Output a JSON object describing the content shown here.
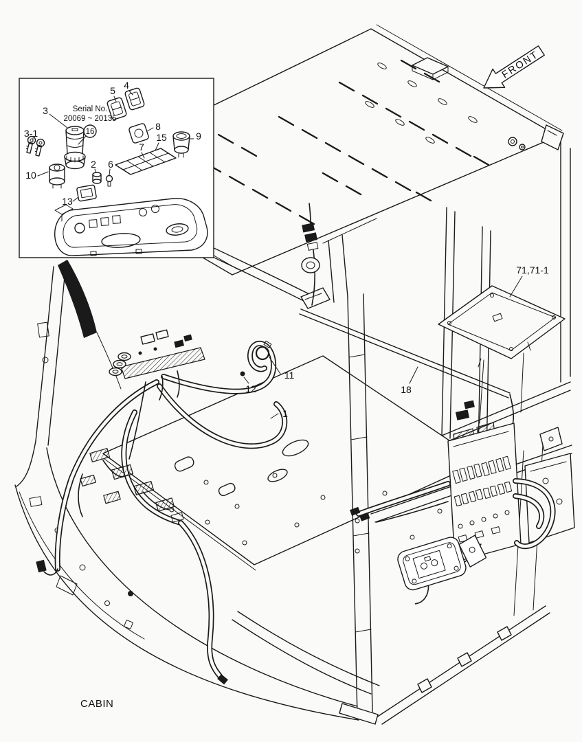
{
  "page": {
    "background": "#fafaf9",
    "ink": "#1a1a1a",
    "inset_background": "#ffffff"
  },
  "front_arrow": {
    "label": "FRONT"
  },
  "footer": {
    "cabin_label": "CABIN"
  },
  "inset_panel": {
    "serial_note": {
      "line1": "Serial No.",
      "line2": "20069 ~ 20135"
    },
    "circled_callout": "16",
    "callouts": {
      "c2": "2",
      "c3": "3",
      "c3_1": "3-1",
      "c4": "4",
      "c5": "5",
      "c6": "6",
      "c7": "7",
      "c8": "8",
      "c9": "9",
      "c10": "10",
      "c13": "13",
      "c15": "15"
    }
  },
  "main_view": {
    "callouts": {
      "c1": "1",
      "c11": "11",
      "c12": "12",
      "c18": "18",
      "c71": "71,71-1"
    }
  }
}
